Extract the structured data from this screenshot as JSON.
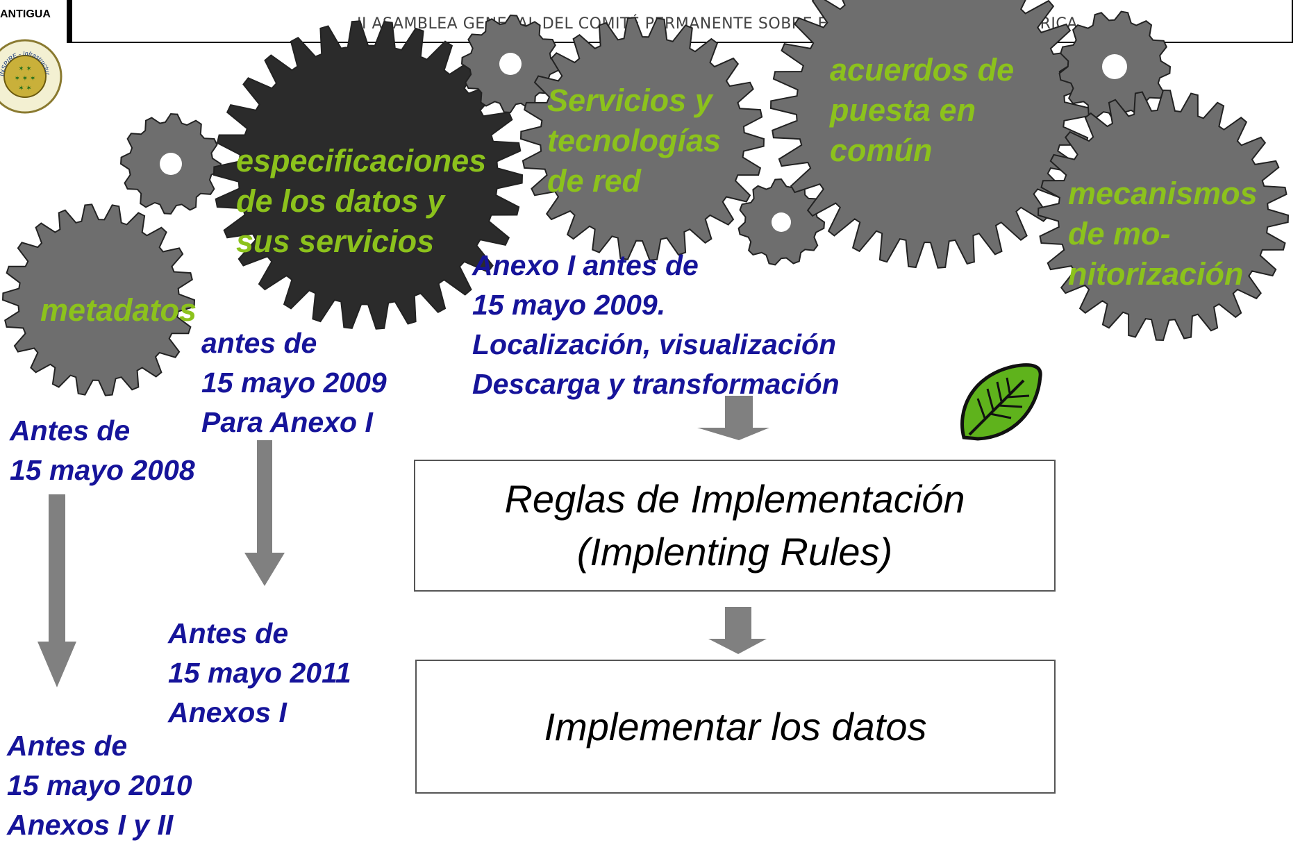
{
  "header": {
    "corner_label": "ANTIGUA",
    "title": "II ASAMBLEA GENERAL DEL COMITÉ PERMANENTE SOBRE EL CATASTRO EN IBEROAMÉRICA",
    "logo_text": "INSPIRE - Infrastructure for Spatial Information"
  },
  "gears": [
    {
      "id": "metadatos",
      "label": "metadatos"
    },
    {
      "id": "especificaciones",
      "label": "especificaciones\nde los datos y\nsus servicios"
    },
    {
      "id": "servicios",
      "label": "Servicios y\ntecnologías\nde red"
    },
    {
      "id": "acuerdos",
      "label": "acuerdos de\npuesta en\ncomún"
    },
    {
      "id": "mecanismos",
      "label": "mecanismos\nde mo-\nnitorización"
    }
  ],
  "deadlines": {
    "especificaciones": "antes de\n15 mayo 2009\nPara Anexo I",
    "servicios": "Anexo I antes de\n15 mayo 2009.\nLocalización, visualización\nDescarga y transformación",
    "metadatos": "Antes de\n15 mayo 2008",
    "anexos_2010": "Antes de\n15 mayo 2010\nAnexos I y II",
    "anexos_2011": "Antes de\n15 mayo 2011\nAnexos I"
  },
  "boxes": {
    "rules": "Reglas de Implementación\n(Implenting Rules)",
    "implement": "Implementar los datos"
  },
  "colors": {
    "gear_grey": "#6e6e6e",
    "gear_dark": "#2b2b2b",
    "gear_label": "#8cc21c",
    "deadline_text": "#16149a",
    "arrow": "#808080",
    "leaf_green": "#5fb31c"
  }
}
